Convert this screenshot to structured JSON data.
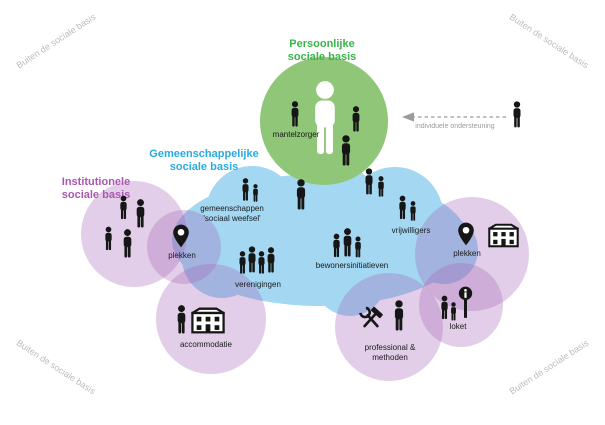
{
  "corner_label": "Buiten de sociale basis",
  "personal": {
    "title": "Persoonlijke sociale basis",
    "mantelzorger": "mantelzorger"
  },
  "support": {
    "label": "individuele ondersteuning"
  },
  "communal": {
    "title": "Gemeenschappelijke sociale basis",
    "gemeenschappen": "gemeenschappen 'sociaal weefsel'",
    "vrijwilligers": "vrijwilligers",
    "bewonersinitiatieven": "bewonersinitiatieven",
    "verenigingen": "verenigingen"
  },
  "institutional": {
    "title": "Institutionele sociale basis",
    "plekken_left": "plekken",
    "plekken_right": "plekken",
    "accommodatie": "accommodatie",
    "professional": "professional & methoden",
    "loket": "loket"
  },
  "colors": {
    "personal_fill": "#8fc678",
    "personal_text": "#39b54a",
    "communal_fill": "#a3d7f2",
    "communal_text": "#29abe2",
    "institutional_fill": "#a668b8",
    "institutional_text": "#ab57b1",
    "outside_text": "#bcbcbc",
    "icon": "#161616"
  }
}
